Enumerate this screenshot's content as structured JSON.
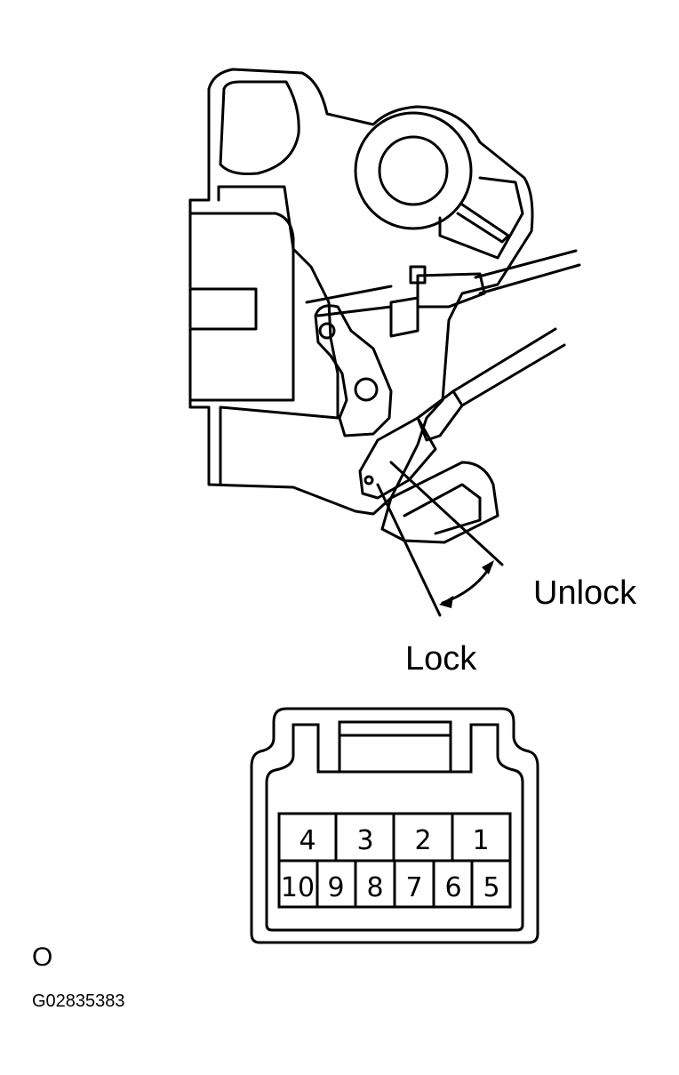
{
  "labels": {
    "unlock": "Unlock",
    "lock": "Lock",
    "view_mark": "O",
    "figure_code": "G02835383"
  },
  "connector": {
    "top_row": [
      "4",
      "3",
      "2",
      "1"
    ],
    "bottom_row": [
      "10",
      "9",
      "8",
      "7",
      "6",
      "5"
    ]
  },
  "colors": {
    "line": "#000000",
    "background": "#ffffff"
  }
}
